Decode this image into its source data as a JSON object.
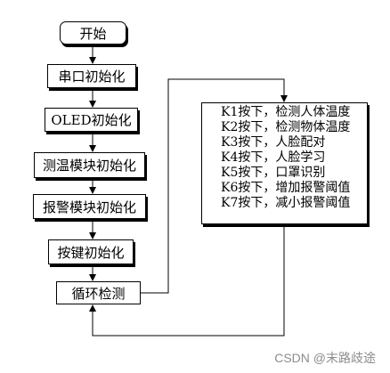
{
  "flowchart": {
    "start": "开始",
    "steps": [
      "串口初始化",
      "OLED初始化",
      "测温模块初始化",
      "报警模块初始化",
      "按键初始化"
    ],
    "loop": "循环检测",
    "key_functions": [
      "K1按下，检测人体温度",
      "K2按下，检测物体温度",
      "K3按下，人脸配对",
      "K4按下，人脸学习",
      "K5按下，口罩识别",
      "K6按下，增加报警阈值",
      "K7按下，减小报警阈值"
    ]
  },
  "watermark": "CSDN @末路歧途"
}
